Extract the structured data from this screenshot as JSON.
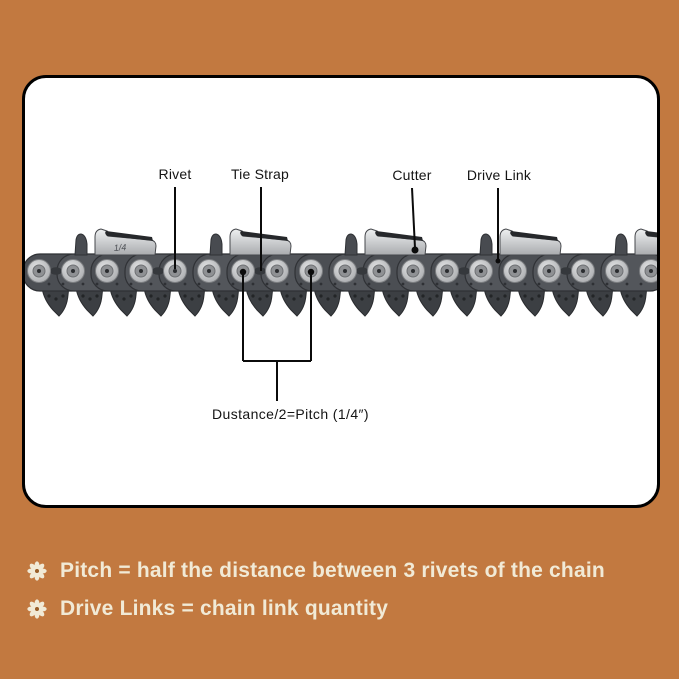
{
  "scene": {
    "background_color": "#c27940",
    "card_background": "#ffffff",
    "card_border_color": "#000000",
    "note_text_color": "#f1ead6"
  },
  "diagram": {
    "callouts": [
      {
        "label": "Rivet"
      },
      {
        "label": "Tie Strap"
      },
      {
        "label": "Cutter"
      },
      {
        "label": "Drive Link"
      }
    ],
    "pitch_caption": "Dustance/2=Pitch (1/4″)",
    "cutter_stamp": "1/4"
  },
  "notes": [
    {
      "icon": "flower-asterisk-icon",
      "text": "Pitch = half the distance between 3 rivets of the chain"
    },
    {
      "icon": "flower-asterisk-icon",
      "text": "Drive Links = chain link quantity"
    }
  ]
}
